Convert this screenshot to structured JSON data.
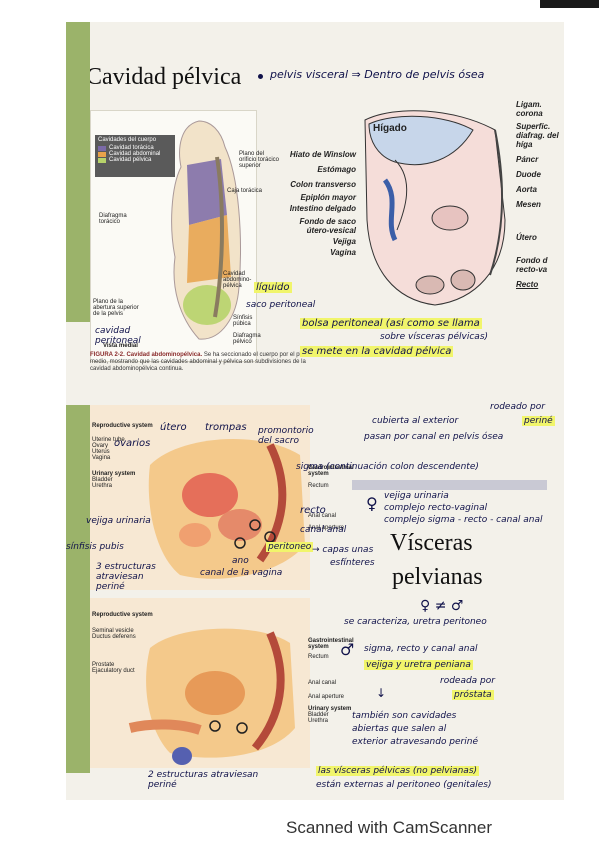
{
  "page": {
    "title": "Cavidad pélvica",
    "title_note": "pelvis visceral ⇒ Dentro de pelvis ósea",
    "footer": "Scanned with CamScanner"
  },
  "figure1": {
    "legend_title": "Cavidades del cuerpo",
    "legend": [
      {
        "label": "Cavidad torácica",
        "color": "#7b6aa8"
      },
      {
        "label": "Cavidad abdominal",
        "color": "#e8a24b"
      },
      {
        "label": "Cavidad pélvica",
        "color": "#b7d36a"
      }
    ],
    "labels": {
      "plano_orificio": "Plano del orificio torácico superior",
      "caja_toracica": "Caja torácica",
      "diafragma_toracico": "Diafragma torácico",
      "cavidad_abdomino": "Cavidad abdomino-pélvica",
      "plano_abertura": "Plano de la abertura superior de la pelvis",
      "sinfisis": "Sínfisis púbica",
      "diafragma_pelvico": "Diafragma pélvico",
      "vista_medial": "Vista medial"
    },
    "caption_bold": "FIGURA 2-2. Cavidad abdominopélvica.",
    "caption": "Se ha seccionado el cuerpo por el plano medio, mostrando que las cavidades abdominal y pélvica son subdivisiones de la cavidad abdominopélvica continua.",
    "notes": {
      "liquido": "líquido",
      "saco_peritoneal": "saco peritoneal",
      "cavidad_peritoneal": "cavidad peritoneal"
    }
  },
  "figure_abdomen": {
    "labels_left": [
      "Hiato de Winslow",
      "Estómago",
      "Colon transverso",
      "Epiplón mayor",
      "Intestino delgado",
      "Fondo de saco útero-vesical",
      "Vejiga",
      "Vagina"
    ],
    "labels_right": [
      "Ligam. corona",
      "Superfic. diafrag. del híga",
      "Páncr",
      "Duode",
      "Aorta",
      "Mesen",
      "Útero",
      "Fondo d recto-va",
      "Recto"
    ],
    "liver": "Hígado"
  },
  "notes_top": {
    "line1": "bolsa peritoneal (así como se llama",
    "line1b": "sobre vísceras pélvicas)",
    "line2": "se mete en la cavidad pélvica"
  },
  "figure_female": {
    "notes": {
      "utero": "útero",
      "trompas": "trompas",
      "ovarios": "ovarios",
      "promontorio": "promontorio del sacro",
      "sigma": "sigma (continuación colon descendente)",
      "recto": "recto",
      "canal_anal": "canal anal",
      "vejiga": "vejiga urinaria",
      "sinfisis": "sínfisis pubis",
      "peritoneo": "peritoneo",
      "ano": "ano",
      "canal_vagina": "canal de la vagina",
      "estructuras": "3 estructuras atraviesan periné"
    }
  },
  "right_notes": {
    "rodeado": "rodeado por",
    "periné": "periné",
    "cubierta": "cubierta al exterior",
    "pasan": "pasan por canal en pelvis ósea",
    "capas": "→ capas unas",
    "sfinteres": "esfínteres",
    "heading1": "Vísceras",
    "heading2": "pelvianas",
    "symbols": "♀ ≠ ♂",
    "diff": "se caracteriza, uretra peritoneo",
    "female_list": [
      "vejiga urinaria",
      "complejo recto-vaginal",
      "complejo sigma - recto - canal anal"
    ],
    "male_list_1": "sigma, recto y canal anal",
    "male_list_2": "vejiga y uretra peniana",
    "rodeada": "rodeada por",
    "prostata": "próstata",
    "tambien1": "también son cavidades",
    "tambien2": "abiertas que salen al",
    "tambien3": "exterior atravesando periné",
    "bottom1": "las vísceras pélvicas (no pelvianas)",
    "bottom2": "están externas al peritoneo (genitales)",
    "male_bottom": "2 estructuras atraviesan periné"
  },
  "figure_male_labels": [
    "Seminal vesicle",
    "Ductus deferens",
    "Prostate",
    "Ejaculatory duct",
    "Gastrointestinal system",
    "Rectum",
    "Anal canal",
    "Anal aperture",
    "Urinary system",
    "Bladder",
    "Urethra"
  ],
  "figure_female_labels": [
    "Reproductive system",
    "Uterine tube",
    "Ovary",
    "Uterus",
    "Vagina",
    "Urinary system",
    "Bladder",
    "Urethra",
    "Gastrointestinal system",
    "Rectum",
    "Anal canal",
    "Anal aperture"
  ]
}
